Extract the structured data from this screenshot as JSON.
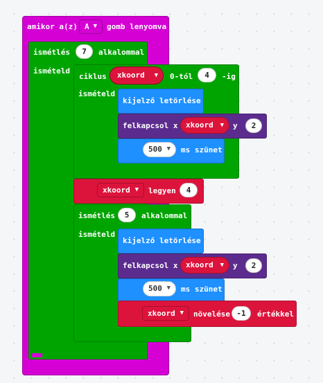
{
  "event_block": {
    "label_prefix": "amikor a(z)",
    "button": "A",
    "label_suffix": "gomb lenyomva"
  },
  "repeat_outer": {
    "label": "ismétlés",
    "times": "7",
    "unit": "alkalommal",
    "do": "ismételd"
  },
  "for_loop": {
    "label": "ciklus",
    "variable": "xkoord",
    "from_label": "0-tól",
    "to": "4",
    "to_suffix": "-ig",
    "do": "ismételd"
  },
  "clear_screen_1": "kijelző letörlése",
  "plot_1": {
    "label": "felkapcsol x",
    "x": "xkoord",
    "y_label": "y",
    "y": "2"
  },
  "pause_1": {
    "value": "500",
    "unit": "ms szünet"
  },
  "set_var": {
    "variable": "xkoord",
    "label": "legyen",
    "value": "4"
  },
  "repeat_inner": {
    "label": "ismétlés",
    "times": "5",
    "unit": "alkalommal",
    "do": "ismételd"
  },
  "clear_screen_2": "kijelző letörlése",
  "plot_2": {
    "label": "felkapcsol x",
    "x": "xkoord",
    "y_label": "y",
    "y": "2"
  },
  "pause_2": {
    "value": "500",
    "unit": "ms szünet"
  },
  "change_var": {
    "variable": "xkoord",
    "label": "növelése",
    "value": "-1",
    "suffix": "értékkel"
  },
  "colors": {
    "input": "#d400d4",
    "loops": "#00a400",
    "basic": "#1e90ff",
    "led": "#5b2c8e",
    "variables": "#dc143c",
    "workspace": "#f5f6f8"
  }
}
